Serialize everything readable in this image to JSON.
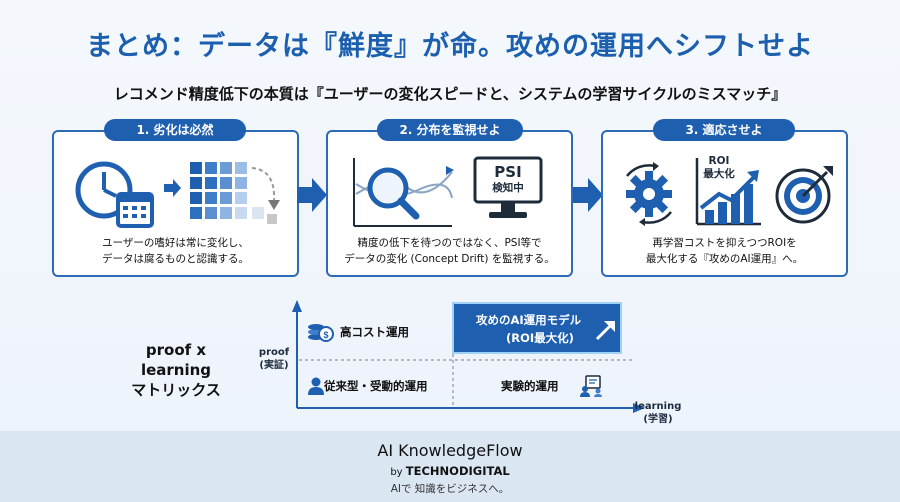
{
  "title": "まとめ：データは『鮮度』が命。攻めの運用へシフトせよ",
  "subtitle": "レコメンド精度低下の本質は『ユーザーの変化スピードと、システムの学習サイクルのミスマッチ』",
  "steps": [
    {
      "label": "1. 劣化は必然",
      "line1": "ユーザーの嗜好は常に変化し、",
      "line2": "データは腐るものと認識する。"
    },
    {
      "label": "2. 分布を監視せよ",
      "line1": "精度の低下を待つのではなく、PSI等で",
      "line2": "データの変化 (Concept Drift) を監視する。",
      "monitor_line1": "PSI",
      "monitor_line2": "検知中"
    },
    {
      "label": "3. 適応させよ",
      "line1": "再学習コストを抑えつつROIを",
      "line2": "最大化する『攻めのAI運用』へ。",
      "roi_line1": "ROI",
      "roi_line2": "最大化"
    }
  ],
  "matrix": {
    "label_line1": "proof x learning",
    "label_line2": "マトリックス",
    "y_axis_line1": "proof",
    "y_axis_line2": "(実証)",
    "x_axis_line1": "learning",
    "x_axis_line2": "(学習)",
    "top_left": "高コスト運用",
    "top_right_line1": "攻めのAI運用モデル",
    "top_right_line2": "(ROI最大化)",
    "bottom_left": "従来型・受動的運用",
    "bottom_right": "実験的運用"
  },
  "footer": {
    "brand": "AI KnowledgeFlow",
    "by": "by",
    "company": "TECHNODIGITAL",
    "tagline": "AIで 知識をビジネスへ。"
  },
  "colors": {
    "primary": "#1f5fb0",
    "title": "#1b5fae",
    "light": "#9fd0f5",
    "footer": "#dbe6f3"
  }
}
